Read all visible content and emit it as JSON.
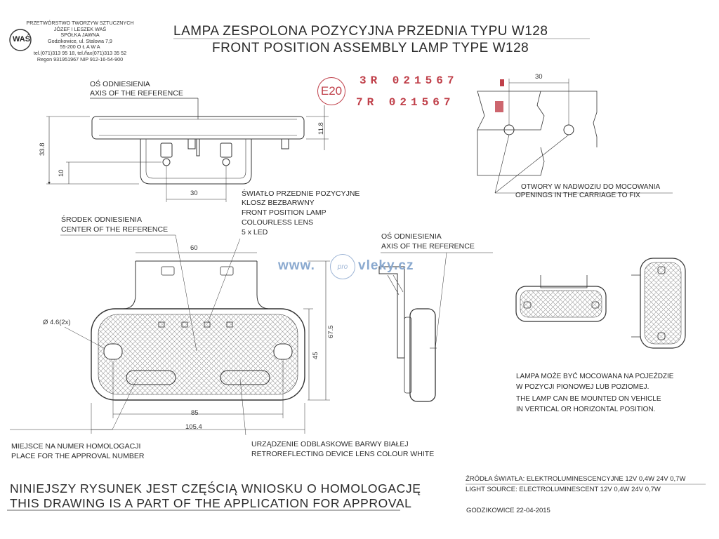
{
  "company": {
    "logo_text": "WAŚ",
    "lines": [
      "PRZETWÓRSTWO TWORZYW SZTUCZNYCH",
      "JÓZEF I LESZEK WAŚ",
      "SPÓŁKA JAWNA",
      "Godzikowice, ul. Stalowa 7,9",
      "55-200  O Ł A W A",
      "tel.(071)313 95 18, tel./fax(071)313 35 52",
      "Regon 931951967 NIP 912-16-54-900"
    ]
  },
  "title": {
    "pl": "LAMPA ZESPOLONA POZYCYJNA PRZEDNIA TYPU W128",
    "en": "FRONT POSITION ASSEMBLY LAMP TYPE W128"
  },
  "approval": {
    "e_mark": "E20",
    "lines": [
      "3R  021567",
      "7R  021567"
    ],
    "color": "#c0404a"
  },
  "labels": {
    "axis_top_pl": "OŚ ODNIESIENIA",
    "axis_top_en": "AXIS OF THE REFERENCE",
    "center_pl": "ŚRODEK ODNIESIENIA",
    "center_en": "CENTER OF THE REFERENCE",
    "lamp_lines": [
      "ŚWIATŁO PRZEDNIE POZYCYJNE",
      "KLOSZ BEZBARWNY",
      "FRONT POSITION LAMP",
      "COLOURLESS LENS",
      "5 x LED"
    ],
    "axis_side_pl": "OŚ ODNIESIENIA",
    "axis_side_en": "AXIS OF THE REFERENCE",
    "openings_pl": "OTWORY W NADWOZIU DO MOCOWANIA",
    "openings_en": "OPENINGS IN THE CARRIAGE TO FIX",
    "homolog_pl": "MIEJSCE NA NUMER HOMOLOGACJI",
    "homolog_en": "PLACE FOR THE APPROVAL NUMBER",
    "retro_pl": "URZĄDZENIE ODBLASKOWE BARWY BIAŁEJ",
    "retro_en": "RETROREFLECTING DEVICE LENS COLOUR WHITE",
    "hole_diam": "Ø 4.6(2x)"
  },
  "dimensions": {
    "d_33_8": "33.8",
    "d_10": "10",
    "d_11_8": "11.8",
    "d_30_side": "30",
    "d_30_holes": "30",
    "d_60": "60",
    "d_67_5": "67.5",
    "d_45": "45",
    "d_85": "85",
    "d_105_4": "105.4"
  },
  "watermark": {
    "left": "www.",
    "middle": "pro",
    "right": "vleky.cz"
  },
  "mounting_note": [
    "LAMPA MOŻE BYĆ MOCOWANA NA POJEŹDZIE",
    "W POZYCJI PIONOWEJ LUB POZIOMEJ.",
    "THE LAMP CAN BE MOUNTED ON VEHICLE",
    "IN VERTICAL OR HORIZONTAL POSITION."
  ],
  "light_source": {
    "pl": "ŹRÓDŁA ŚWIATŁA: ELEKTROLUMINESCENCYJNE  12V 0,4W  24V  0,7W",
    "en": "LIGHT SOURCE: ELECTROLUMINESCENT  12V 0,4W  24V  0,7W"
  },
  "footer": {
    "pl": "NINIEJSZY RYSUNEK JEST CZĘŚCIĄ WNIOSKU O  HOMOLOGACJĘ",
    "en": "THIS DRAWING IS A PART OF THE APPLICATION FOR  APPROVAL"
  },
  "place_date": "GODZIKOWICE   22-04-2015"
}
